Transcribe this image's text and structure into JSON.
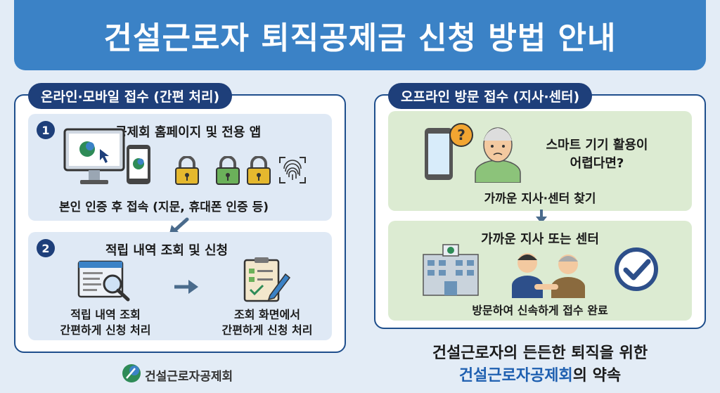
{
  "title": "건설근로자 퇴직공제금 신청 방법 안내",
  "online": {
    "title": "온라인·모바일 접수 (간편 처리)",
    "step1": {
      "num": "1",
      "heading": "공제회 홈페이지 및 전용 앱",
      "caption": "본인 인증 후 접속 (지문, 휴대폰 인증 등)"
    },
    "step2": {
      "num": "2",
      "heading": "적립 내역 조회 및 신청",
      "left_line1": "적립 내역 조회",
      "left_line2": "간편하게 신청 처리",
      "right_line1": "조회 화면에서",
      "right_line2": "간편하게 신청 처리"
    }
  },
  "offline": {
    "title": "오프라인 방문 접수 (지사·센터)",
    "card1": {
      "line1": "스마트 기기 활용이",
      "line2": "어렵다면?",
      "caption": "가까운 지사·센터 찾기"
    },
    "card2": {
      "heading": "가까운 지사 또는 센터",
      "caption": "방문하여 신속하게 접수 완료"
    }
  },
  "slogan": {
    "line1": "건설근로자의 든든한 퇴직을 위한",
    "highlight": "건설근로자공제회",
    "line2_suffix": "의 약속"
  },
  "footer_logo_text": "건설근로자공제회",
  "colors": {
    "banner": "#3b82c6",
    "navy": "#1e3f7a",
    "online_card": "#dfe9f5",
    "offline_card": "#dcebd2",
    "highlight": "#1e5fb0"
  }
}
